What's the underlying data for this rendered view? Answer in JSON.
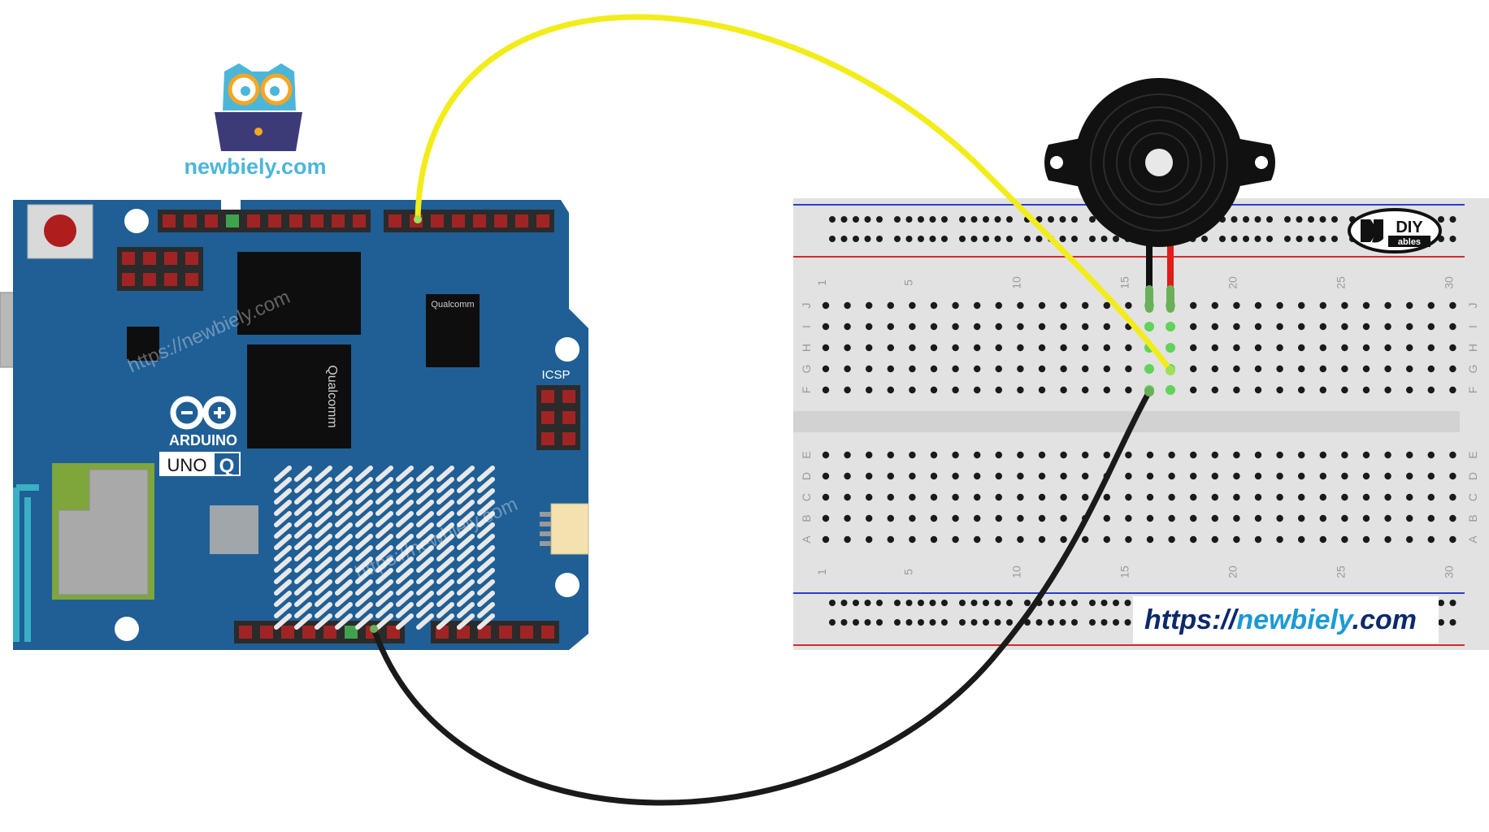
{
  "brand": {
    "site": "newbiely.com",
    "url_prefix": "https://",
    "url_domain": "newbiely",
    "url_suffix": ".com",
    "watermark": "https://newbiely.com",
    "diy_logo_top": "DIY",
    "diy_logo_bottom": "ables"
  },
  "board": {
    "brand_label": "ARDUINO",
    "model_label": "UNO",
    "model_badge": "Q",
    "icsp_label": "ICSP",
    "chip_small": "Qualcomm",
    "chip_large": "Qualcomm"
  },
  "breadboard": {
    "column_labels": [
      "1",
      "5",
      "10",
      "15",
      "20",
      "25",
      "30"
    ],
    "rows_top": [
      "J",
      "I",
      "H",
      "G",
      "F"
    ],
    "rows_bottom": [
      "E",
      "D",
      "C",
      "B",
      "A"
    ]
  },
  "colors": {
    "board_blue": "#1f5f95",
    "wire_signal": "#f2ec1b",
    "wire_ground": "#1a1a1a",
    "buzzer_lead_red": "#e21b1b",
    "breadboard_bg": "#e2e2e2",
    "rail_blue": "#2a3fcf",
    "rail_red": "#d62a2a",
    "url_blue": "#1b9ad6",
    "url_dark": "#0c2a6a",
    "owl_teal": "#4cb6d9",
    "laptop_purple": "#3d3a78"
  }
}
